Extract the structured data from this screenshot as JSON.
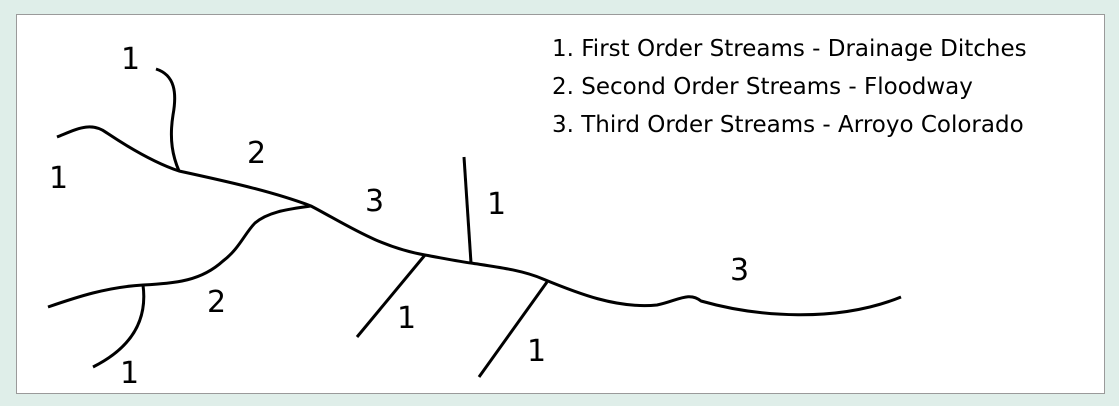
{
  "diagram": {
    "legend": [
      "1. First Order Streams - Drainage Ditches",
      "2. Second Order Streams - Floodway",
      "3. Third Order Streams - Arroyo Colorado"
    ],
    "labels": {
      "first_order_top": "1",
      "first_order_left": "1",
      "second_order_upper": "2",
      "third_order_middle": "3",
      "first_order_vertical": "1",
      "third_order_right": "3",
      "second_order_lower": "2",
      "first_order_mid_branch": "1",
      "first_order_right_branch": "1",
      "first_order_bottom_left": "1"
    }
  }
}
